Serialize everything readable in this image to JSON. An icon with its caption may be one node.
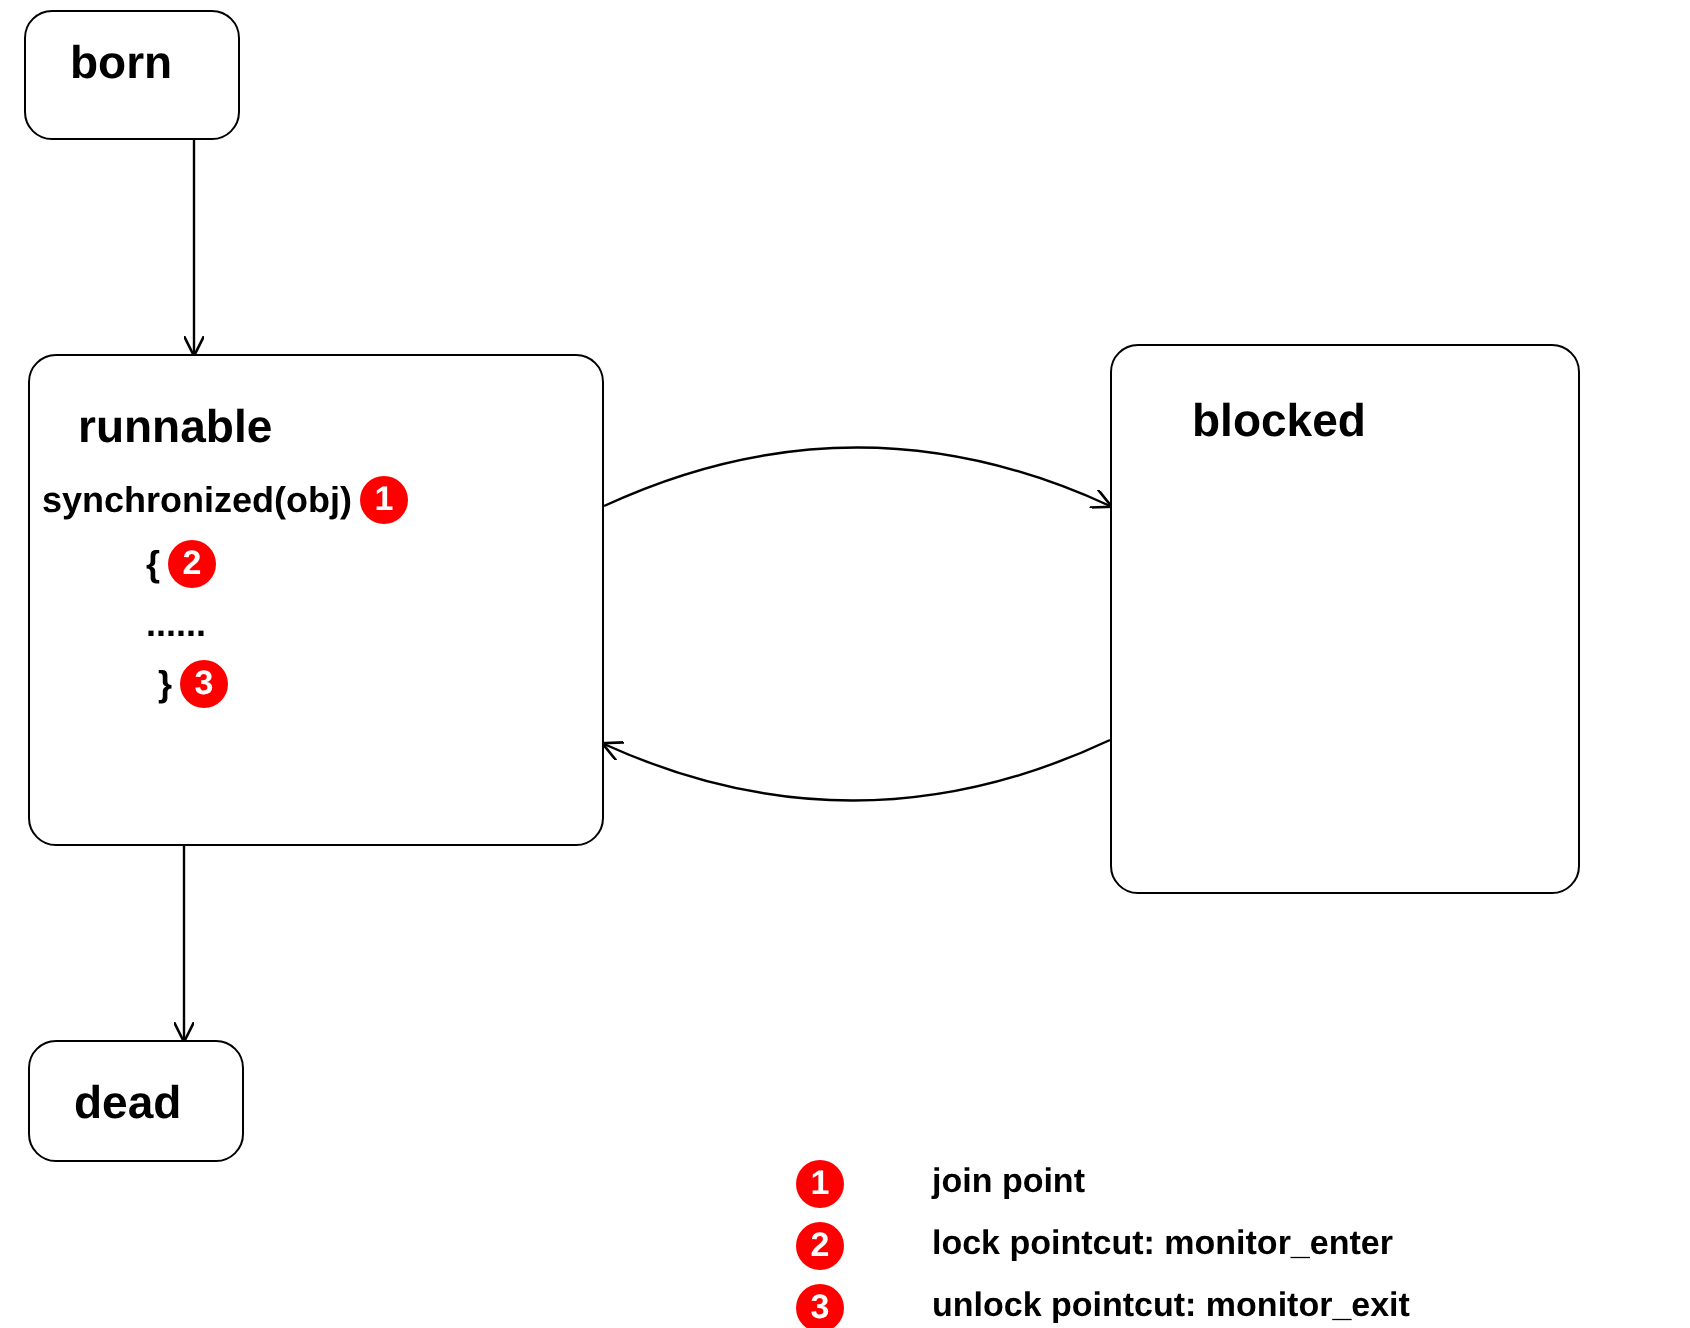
{
  "diagram": {
    "nodes": [
      {
        "text": [
          "born"
        ]
      },
      {
        "text": [
          "runnable",
          "synchronized(obj)",
          "1",
          "{",
          "2",
          "......",
          "}",
          "3"
        ]
      },
      {
        "text": [
          "blocked"
        ]
      },
      {
        "text": [
          "dead"
        ]
      }
    ],
    "edges": [
      {
        "from": 0,
        "to": 1,
        "arrow": "to"
      },
      {
        "from": 1,
        "to": 2,
        "arrow": "to"
      },
      {
        "from": 2,
        "to": 1,
        "arrow": "to"
      },
      {
        "from": 1,
        "to": 3,
        "arrow": "to"
      }
    ],
    "labels": [
      "1",
      "2",
      "3"
    ],
    "legend": [
      {
        "text": "join point",
        "color": "#ff0000"
      },
      {
        "text": "lock pointcut: monitor_enter",
        "color": "#ff0000"
      },
      {
        "text": "unlock pointcut: monitor_exit",
        "color": "#ff0000"
      }
    ]
  }
}
